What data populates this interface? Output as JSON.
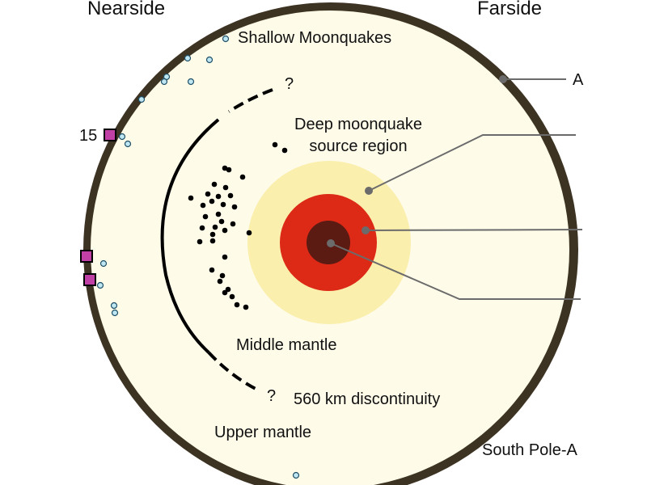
{
  "labels": {
    "nearside": "Nearside",
    "farside": "Farside",
    "shallow_moonquakes": "Shallow Moonquakes",
    "question_top": "?",
    "deep_source_line1": "Deep moonquake",
    "deep_source_line2": "source region",
    "middle_mantle": "Middle mantle",
    "question_bottom": "?",
    "discontinuity": "560 km discontinuity",
    "upper_mantle": "Upper mantle",
    "south_pole": "South Pole-A",
    "crust_callout": "A",
    "station_15": "15"
  },
  "colors": {
    "crust": "#3d3323",
    "mantle": "#fefbe9",
    "lower_mantle": "#fbefae",
    "outer_core": "#dd2a17",
    "inner_core": "#5b1a12",
    "shallow_quake": "#bfe6f3",
    "station": "#c040a6",
    "deep_quake": "#000000",
    "leader": "#6b6b6b"
  }
}
